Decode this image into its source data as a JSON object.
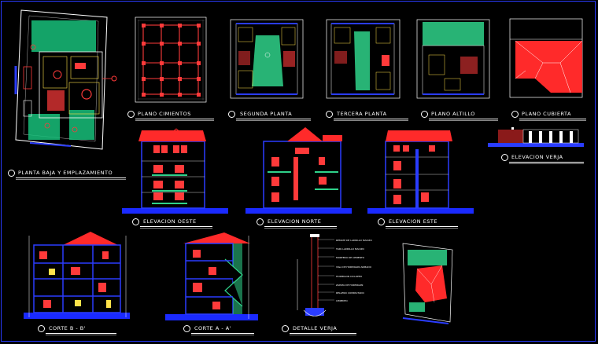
{
  "drawing_titles": {
    "planta_baja": "PLANTA BAJA Y EMPLAZAMIENTO",
    "cimientos": "PLANO CIMIENTOS",
    "segunda": "SEGUNDA PLANTA",
    "tercera": "TERCERA PLANTA",
    "altillo": "PLANO ALTILLO",
    "cubierta": "PLANO CUBIERTA",
    "verja": "ELEVACION VERJA",
    "oeste": "ELEVACION OESTE",
    "norte": "ELEVACION NORTE",
    "este": "ELEVACION ESTE",
    "corte_bb": "CORTE B - B'",
    "corte_aa": "CORTE A - A'",
    "detalle_verja": "DETALLE VERJA"
  },
  "detail_notes": [
    "REMATE DE LADRILLO MACIZO",
    "TAPA LADRILLO MACIZO",
    "MORTERO DE CEMENTO",
    "VIGA DE HORMIGON ARMADO",
    "HORMIGON CICLOPEO",
    "ZAPATA DE HORMIGON",
    "RELLENO COMPACTADO",
    "CIMIENTO"
  ],
  "colors": {
    "background": "#000000",
    "frame": "#2a3cff",
    "roof": "#ff2a2a",
    "wall": "#1a2aff",
    "grass": "#2fd28a",
    "ground": "#1a3cff"
  }
}
